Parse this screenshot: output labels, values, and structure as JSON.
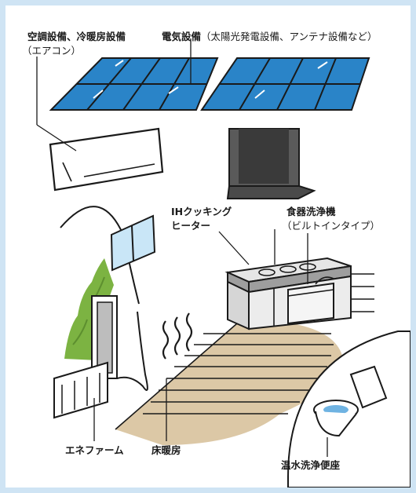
{
  "labels": {
    "ac_title": "空調設備、冷暖房設備",
    "ac_sub": "（エアコン）",
    "electric_title": "電気設備",
    "electric_sub": "（太陽光発電設備、アンテナ設備など）",
    "ih_line1": "IHクッキング",
    "ih_line2": "ヒーター",
    "dishwasher_title": "食器洗浄機",
    "dishwasher_sub": "（ビルトインタイプ）",
    "enefarm": "エネファーム",
    "floor_heating": "床暖房",
    "toilet": "温水洗浄便座"
  },
  "colors": {
    "frame": "#cfe4f4",
    "solar_panel": "#2a84c8",
    "floor": "#dcc8a6",
    "plant": "#7cb342",
    "window_glass": "#c9e6f7",
    "toilet_water": "#6fb3e2",
    "outline": "#1a1a1a"
  }
}
